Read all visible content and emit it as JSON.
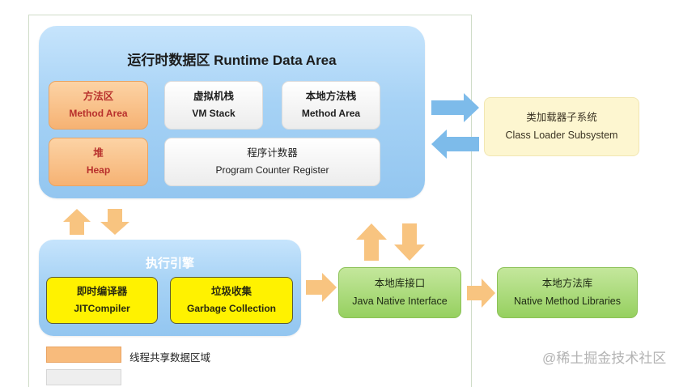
{
  "runtime_data_area": {
    "title": "运行时数据区 Runtime Data Area",
    "method_area": {
      "cn": "方法区",
      "en": "Method Area"
    },
    "vm_stack": {
      "cn": "虚拟机栈",
      "en": "VM Stack"
    },
    "native_method_stack": {
      "cn": "本地方法栈",
      "en": "Method Area"
    },
    "heap": {
      "cn": "堆",
      "en": "Heap"
    },
    "program_counter": {
      "cn": "程序计数器",
      "en": "Program Counter Register"
    }
  },
  "class_loader": {
    "cn": "类加载器子系统",
    "en": "Class Loader Subsystem"
  },
  "execution_engine": {
    "title": "执行引擎",
    "jit": {
      "cn": "即时编译器",
      "en": "JITCompiler"
    },
    "gc": {
      "cn": "垃圾收集",
      "en": "Garbage Collection"
    }
  },
  "jni": {
    "cn": "本地库接口",
    "en": "Java Native Interface"
  },
  "native_libraries": {
    "cn": "本地方法库",
    "en": "Native Method Libraries"
  },
  "legend": [
    {
      "label": "线程共享数据区域",
      "color": "#f8bb7c"
    }
  ],
  "watermark": "@稀土掘金技术社区",
  "colors": {
    "area_blue": "#a6d2f5",
    "shared_orange": "#f6b273",
    "arrow_blue": "#7dbbea",
    "arrow_orange": "#f8c480",
    "compiler_yellow": "#fff200",
    "native_green": "#96d060",
    "loader_pale_yellow": "#fdf6d0",
    "text_red": "#b8302c"
  }
}
